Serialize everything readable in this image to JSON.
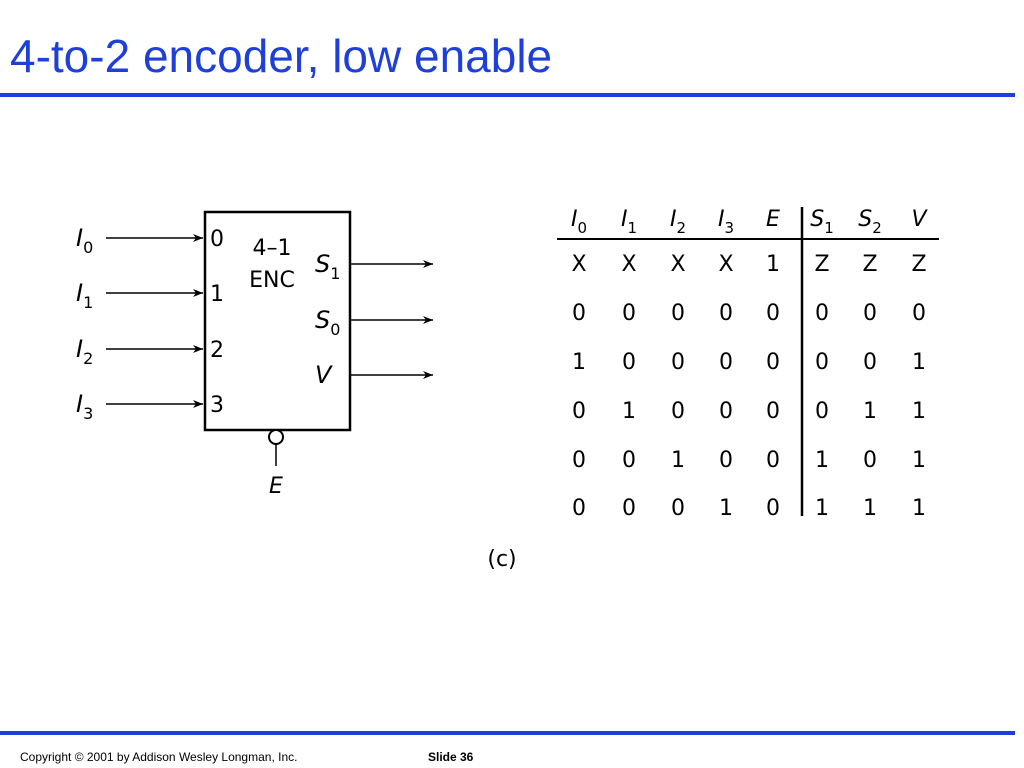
{
  "slide": {
    "title": "4-to-2 encoder, low enable",
    "footer_copyright": "Copyright © 2001 by Addison Wesley Longman, Inc.",
    "footer_slide": "Slide 36",
    "accent_color": "#1f3fd9"
  },
  "block_diagram": {
    "inputs": [
      {
        "sym": "I",
        "sub": "0",
        "pin": "0"
      },
      {
        "sym": "I",
        "sub": "1",
        "pin": "1"
      },
      {
        "sym": "I",
        "sub": "2",
        "pin": "2"
      },
      {
        "sym": "I",
        "sub": "3",
        "pin": "3"
      }
    ],
    "block_label_line1": "4–1",
    "block_label_line2": "ENC",
    "outputs": [
      {
        "sym": "S",
        "sub": "1"
      },
      {
        "sym": "S",
        "sub": "0"
      },
      {
        "sym": "V",
        "sub": ""
      }
    ],
    "enable_label": "E"
  },
  "truth_table": {
    "headers": [
      {
        "sym": "I",
        "sub": "0"
      },
      {
        "sym": "I",
        "sub": "1"
      },
      {
        "sym": "I",
        "sub": "2"
      },
      {
        "sym": "I",
        "sub": "3"
      },
      {
        "sym": "E",
        "sub": ""
      },
      {
        "sym": "S",
        "sub": "1"
      },
      {
        "sym": "S",
        "sub": "2"
      },
      {
        "sym": "V",
        "sub": ""
      }
    ],
    "rows": [
      [
        "X",
        "X",
        "X",
        "X",
        "1",
        "Z",
        "Z",
        "Z"
      ],
      [
        "0",
        "0",
        "0",
        "0",
        "0",
        "0",
        "0",
        "0"
      ],
      [
        "1",
        "0",
        "0",
        "0",
        "0",
        "0",
        "0",
        "1"
      ],
      [
        "0",
        "1",
        "0",
        "0",
        "0",
        "0",
        "1",
        "1"
      ],
      [
        "0",
        "0",
        "1",
        "0",
        "0",
        "1",
        "0",
        "1"
      ],
      [
        "0",
        "0",
        "0",
        "1",
        "0",
        "1",
        "1",
        "1"
      ]
    ]
  },
  "caption": "(c)"
}
